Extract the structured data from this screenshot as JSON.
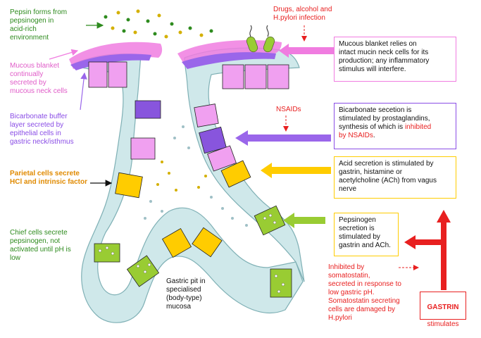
{
  "labels": {
    "pepsin_forms": "Pepsin forms from\npepsinogen in\nacid-rich\nenvironment",
    "mucous_blanket": "Mucous blanket\ncontinually\nsecreted by\nmucous neck cells",
    "bicarbonate_buffer": "Bicarbonate buffer\nlayer secreted by\nepithelial cells in\ngastric neck/isthmus",
    "parietal_cells": "Parietal cells secrete\nHCl and intrinsic factor",
    "chief_cells": "Chief cells secrete\npepsinogen, not\nactivated until pH is\nlow",
    "gastric_pit": "Gastric pit in\nspecialised\n(body-type)\nmucosa",
    "drugs": "Drugs, alcohol and\nH.pylori infection",
    "nsaids": "NSAIDs",
    "somatostatin": "Inhibited by somatostatin,\nsecreted in response to\nlow gastric pH.\nSomatostatin secreting\ncells are damaged by\nH.pylori"
  },
  "boxes": {
    "mucous_relies": "Mucous blanket relies on\nintact mucin neck cells for its\nproduction; any inflammatory\nstimulus will interfere.",
    "bicarbonate_pre": "Bicarbonate secetion is\nstimulated by prostaglandins,\nsynthesis of which is ",
    "bicarbonate_red": "inhibited\nby NSAIDs",
    "bicarbonate_post": ".",
    "acid_secretion": "Acid secretion is stimulated by\ngastrin, histamine or\nacetylcholine (ACh) from vagus\nnerve",
    "pepsinogen_secretion": "Pepsinogen\nsecretion is\nstimulated by\ngastrin and ACh.",
    "gastrin_title": "GASTRIN",
    "gastrin_sub": "stimulates"
  },
  "colors": {
    "tissue": "#cfe8ea",
    "mucus_pink": "#f07ce0",
    "bicarb_purple": "#9a66ea",
    "mucous_cell": "#f0a0f0",
    "parietal_cell": "#ffcc00",
    "chief_cell": "#99cc33",
    "prostaglandin_cell": "#8855dd",
    "arrow_pink": "#f07ce0",
    "arrow_purple": "#9a66ea",
    "arrow_yellow": "#ffcc00",
    "arrow_green": "#99cc33",
    "arrow_red": "#e82020",
    "text_green": "#2e8b1e",
    "text_red": "#e82020"
  },
  "icons": [
    "h-pylori-bacteria-icon",
    "pepsin-granule-icon",
    "acid-droplet-icon"
  ]
}
